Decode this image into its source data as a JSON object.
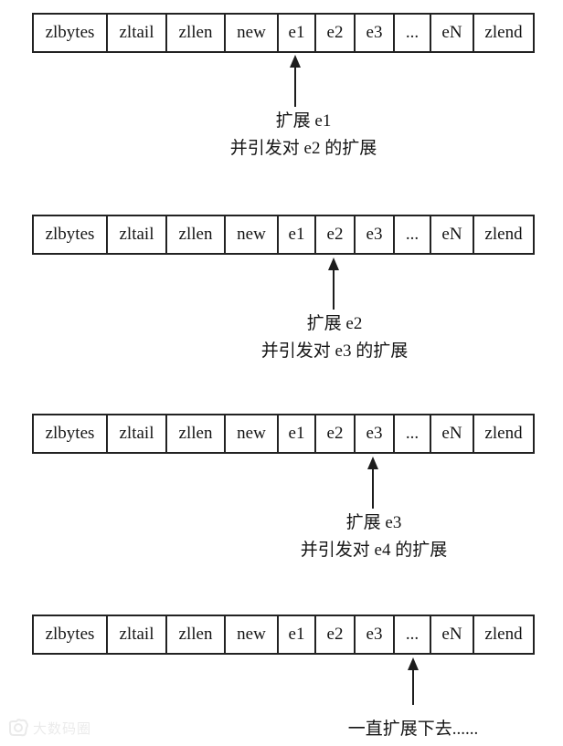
{
  "table_row": {
    "cells": [
      "zlbytes",
      "zltail",
      "zllen",
      "new",
      "e1",
      "e2",
      "e3",
      "...",
      "eN",
      "zlend"
    ]
  },
  "sections": [
    {
      "arrow_target": "e1",
      "caption_line1": "扩展 e1",
      "caption_line2": "并引发对 e2 的扩展"
    },
    {
      "arrow_target": "e2",
      "caption_line1": "扩展 e2",
      "caption_line2": "并引发对 e3 的扩展"
    },
    {
      "arrow_target": "e3",
      "caption_line1": "扩展 e3",
      "caption_line2": "并引发对 e4 的扩展"
    },
    {
      "arrow_target": "...",
      "caption_line1": "一直扩展下去......",
      "caption_line2": ""
    }
  ],
  "watermark": {
    "text": "大数码圈",
    "icon": "camera-logo-icon"
  },
  "colors": {
    "line": "#222222",
    "text": "#151515",
    "background": "#ffffff"
  }
}
